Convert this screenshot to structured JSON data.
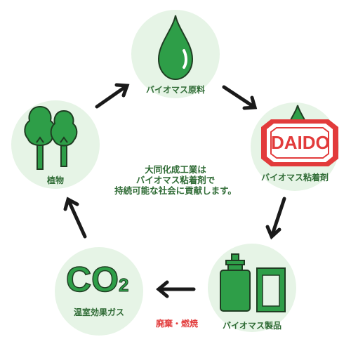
{
  "nodes": {
    "raw_material": "バイオマス原料",
    "binder": "バイオマス粘着剤",
    "products": "バイオマス製品",
    "gas": "温室効果ガス",
    "plants": "植物"
  },
  "brand_logo": "DAIDO",
  "co2_label": {
    "main": "CO",
    "sub": "2"
  },
  "center_text": {
    "line1": "大同化成工業は",
    "line2": "バイオマス粘着剤で",
    "line3": "持続可能な社会に貢献します。"
  },
  "disposal_label": "廃棄・燃焼",
  "colors": {
    "circle_bg": "#e6f4e6",
    "icon_green": "#2e9e48",
    "dark_outline": "#1f3d22",
    "text_green": "#2f6b35",
    "logo_red": "#e23b3b"
  }
}
